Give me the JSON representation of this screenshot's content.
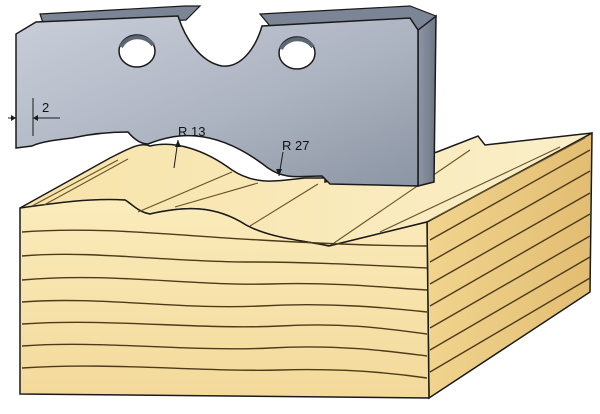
{
  "labels": {
    "offset": "2",
    "radius_small": "R 13",
    "radius_large": "R 27"
  },
  "colors": {
    "wood_light": "#f8e6ae",
    "wood_mid": "#efd08a",
    "wood_dark": "#d9b46b",
    "grain": "#5a4420",
    "steel_light": "#c2c8d4",
    "steel_mid": "#a2aab8",
    "steel_dark": "#747d8c",
    "outline": "#1a1a1a"
  }
}
